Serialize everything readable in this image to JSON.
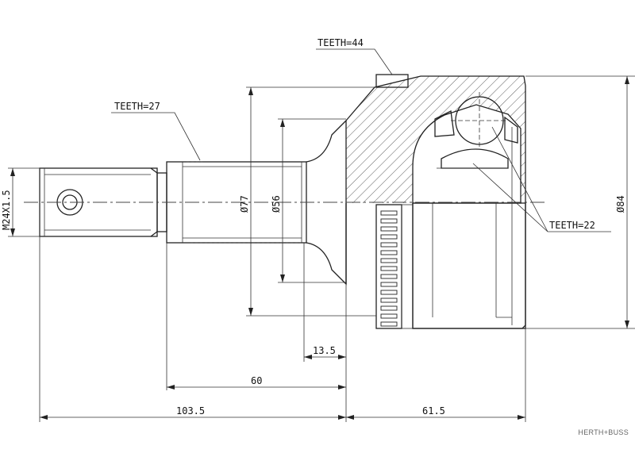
{
  "drawing": {
    "labels": {
      "teeth_outer": "TEETH=44",
      "teeth_shaft": "TEETH=27",
      "teeth_inner": "TEETH=22",
      "thread": "M24X1.5",
      "dia_77": "Ø77",
      "dia_56": "Ø56",
      "dia_84": "Ø84",
      "dim_13_5": "13.5",
      "dim_60": "60",
      "dim_103_5": "103.5",
      "dim_61_5": "61.5"
    },
    "brand": "HERTH+BUSS"
  }
}
